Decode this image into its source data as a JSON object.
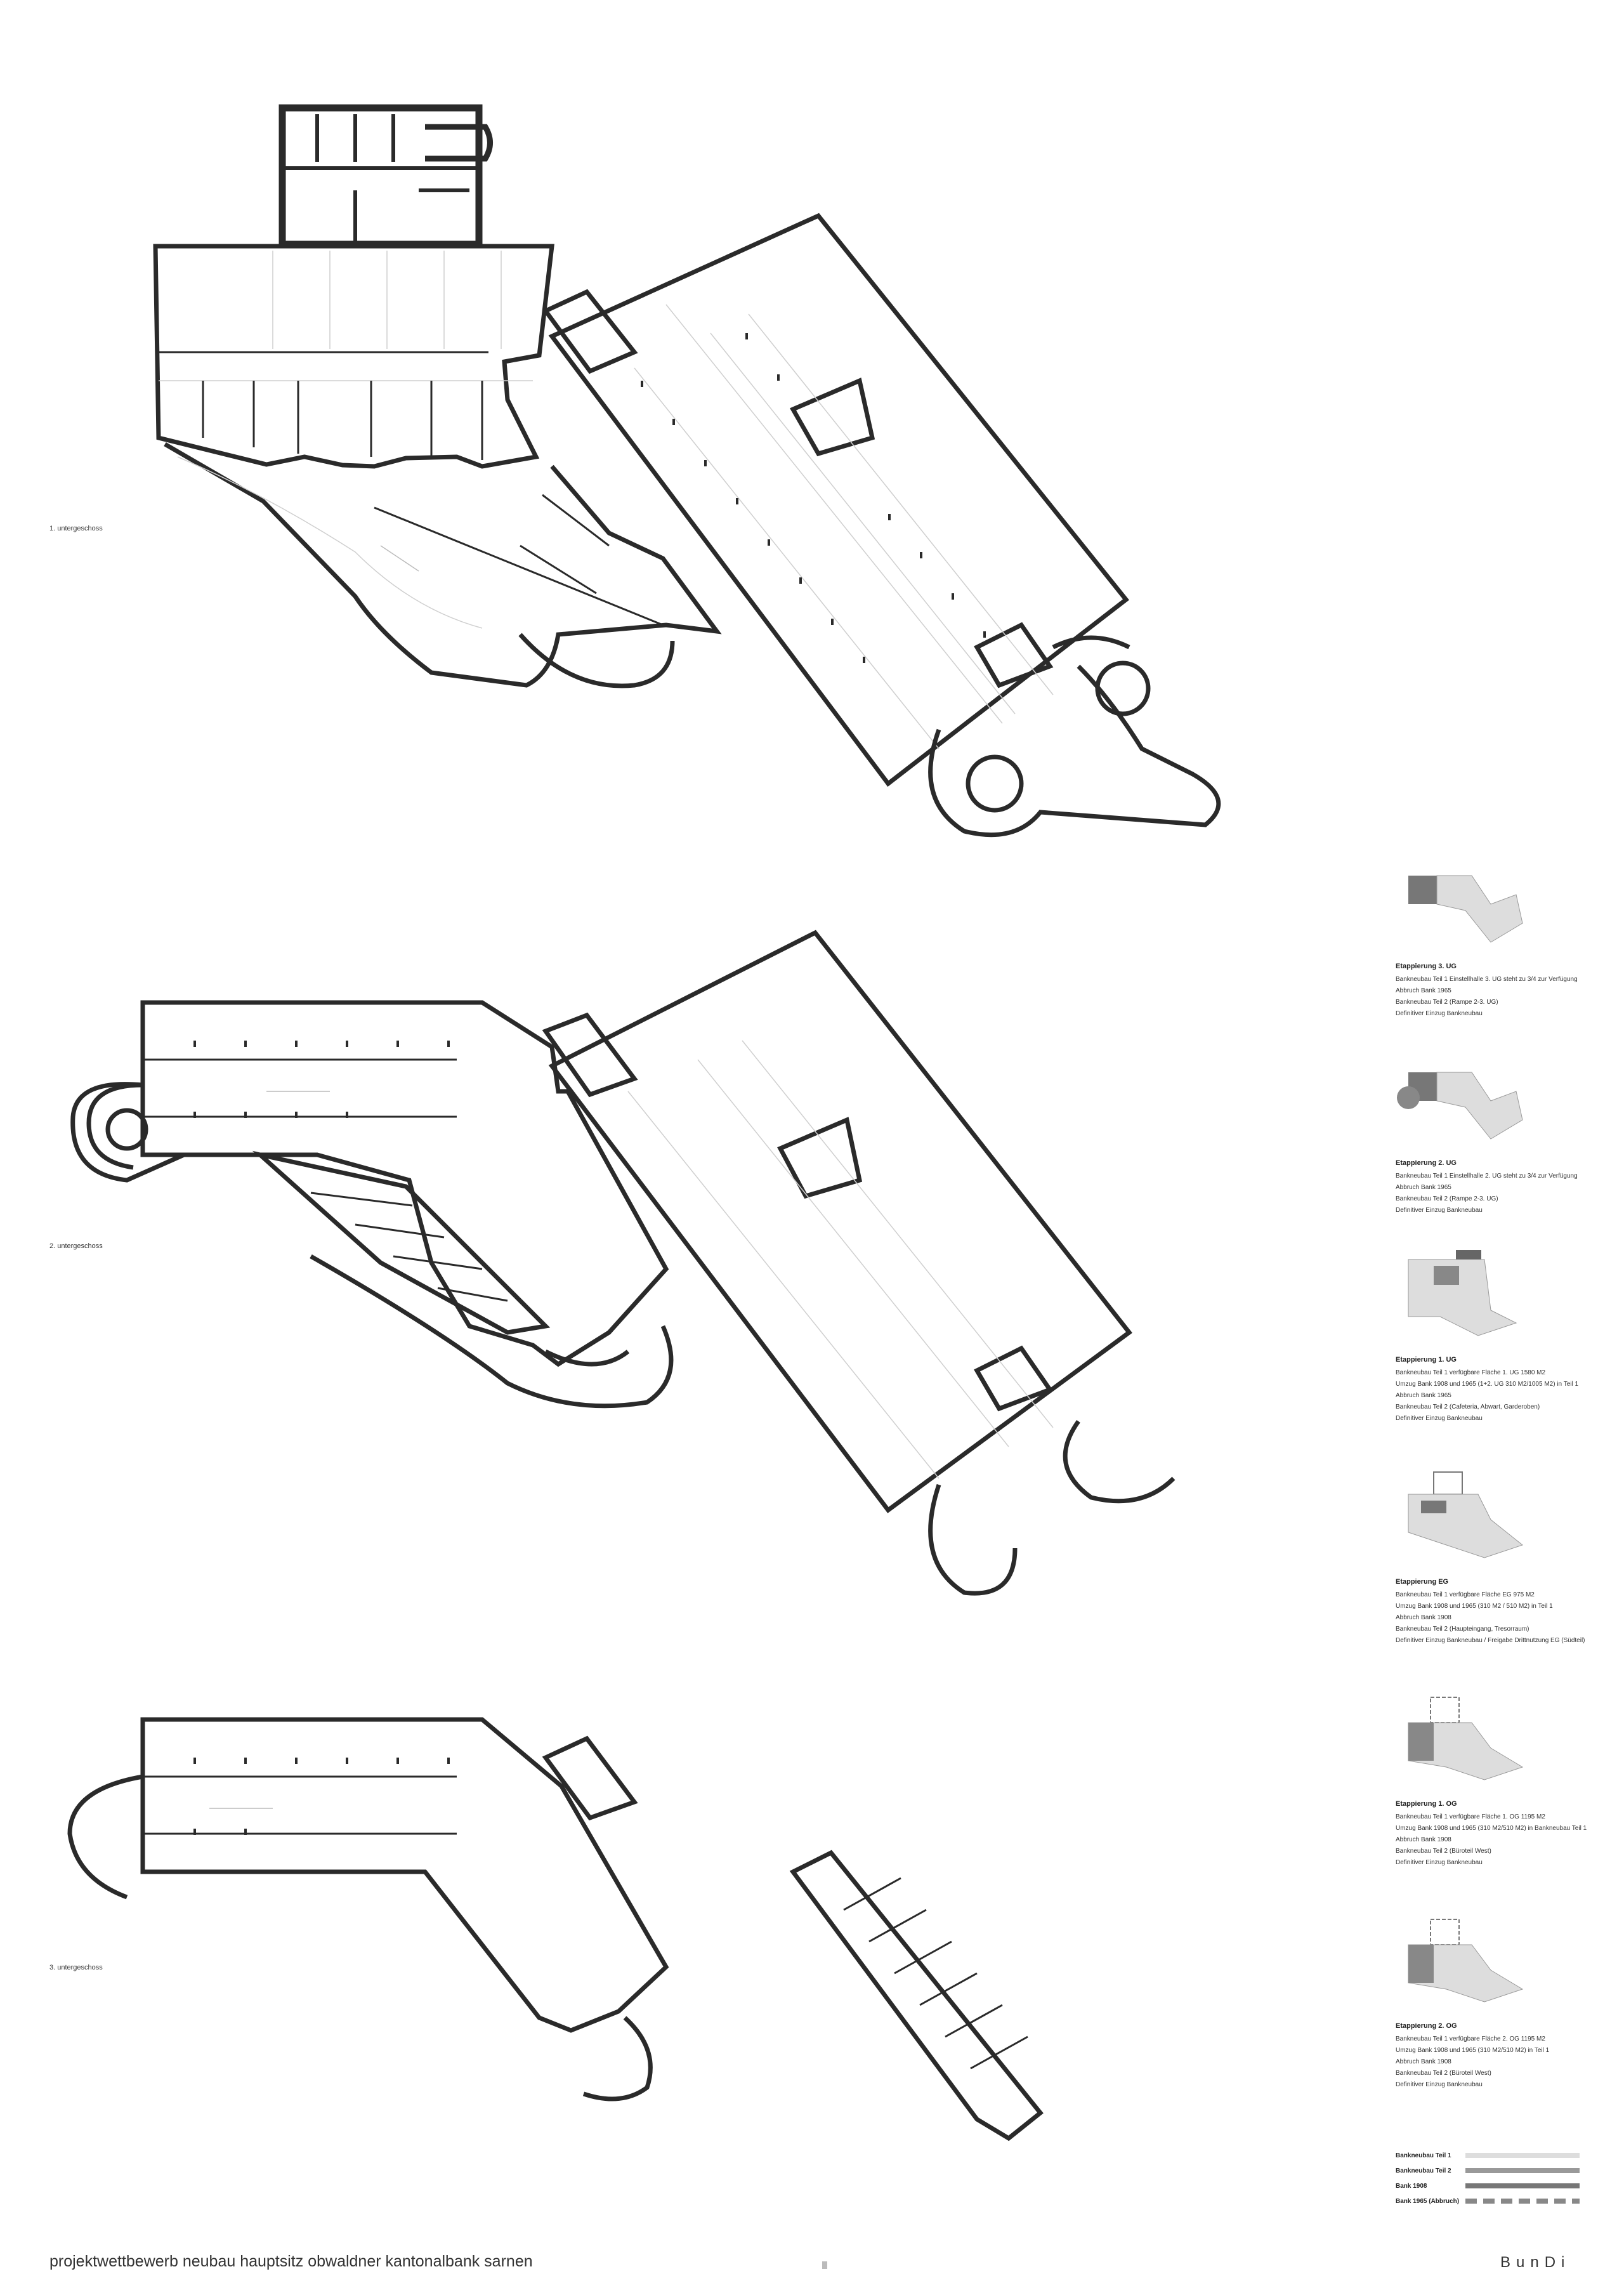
{
  "floors": [
    {
      "id": "ug1",
      "label": "1. untergeschoss"
    },
    {
      "id": "ug2",
      "label": "2. untergeschoss"
    },
    {
      "id": "ug3",
      "label": "3. untergeschoss"
    }
  ],
  "stages": [
    {
      "title": "Etappierung 3. UG",
      "lines": [
        "Bankneubau Teil 1 Einstellhalle 3. UG steht zu 3/4 zur Verfügung",
        "Abbruch Bank 1965",
        "Bankneubau Teil 2 (Rampe 2-3. UG)",
        "Definitiver Einzug Bankneubau"
      ]
    },
    {
      "title": "Etappierung 2. UG",
      "lines": [
        "Bankneubau Teil 1 Einstellhalle 2. UG steht zu 3/4 zur Verfügung",
        "Abbruch Bank 1965",
        "Bankneubau Teil 2 (Rampe 2-3. UG)",
        "Definitiver Einzug Bankneubau"
      ]
    },
    {
      "title": "Etappierung 1. UG",
      "lines": [
        "Bankneubau Teil 1 verfügbare Fläche 1. UG 1580 M2",
        "Umzug Bank 1908 und 1965 (1+2. UG 310 M2/1005 M2) in Teil 1",
        "Abbruch Bank 1965",
        "Bankneubau Teil 2 (Cafeteria, Abwart, Garderoben)",
        "Definitiver Einzug Bankneubau"
      ]
    },
    {
      "title": "Etappierung EG",
      "lines": [
        "Bankneubau Teil 1 verfügbare Fläche EG 975 M2",
        "Umzug Bank 1908 und 1965 (310 M2 / 510 M2) in Teil 1",
        "Abbruch Bank 1908",
        "Bankneubau Teil 2 (Haupteingang, Tresorraum)",
        "Definitiver Einzug Bankneubau / Freigabe Drittnutzung EG (Südteil)"
      ]
    },
    {
      "title": "Etappierung 1. OG",
      "lines": [
        "Bankneubau Teil 1 verfügbare Fläche 1. OG 1195 M2",
        "Umzug Bank 1908 und 1965 (310 M2/510 M2) in Bankneubau Teil 1",
        "Abbruch Bank 1908",
        "Bankneubau Teil 2 (Büroteil West)",
        "Definitiver Einzug Bankneubau"
      ]
    },
    {
      "title": "Etappierung 2. OG",
      "lines": [
        "Bankneubau Teil 1 verfügbare Fläche 2. OG 1195 M2",
        "Umzug Bank 1908 und 1965 (310 M2/510 M2) in Teil 1",
        "Abbruch Bank 1908",
        "Bankneubau Teil 2 (Büroteil West)",
        "Definitiver Einzug Bankneubau"
      ]
    }
  ],
  "legend": [
    {
      "label": "Bankneubau Teil 1",
      "style": "light",
      "color": "#dddddd"
    },
    {
      "label": "Bankneubau Teil 2",
      "style": "mid",
      "color": "#999999"
    },
    {
      "label": "Bank 1908",
      "style": "dark",
      "color": "#777777"
    },
    {
      "label": "Bank 1965 (Abbruch)",
      "style": "dashed",
      "color": "#888888"
    }
  ],
  "footer": {
    "title": "projektwettbewerb neubau hauptsitz obwaldner kantonalbank sarnen",
    "brand": "BunDi"
  }
}
